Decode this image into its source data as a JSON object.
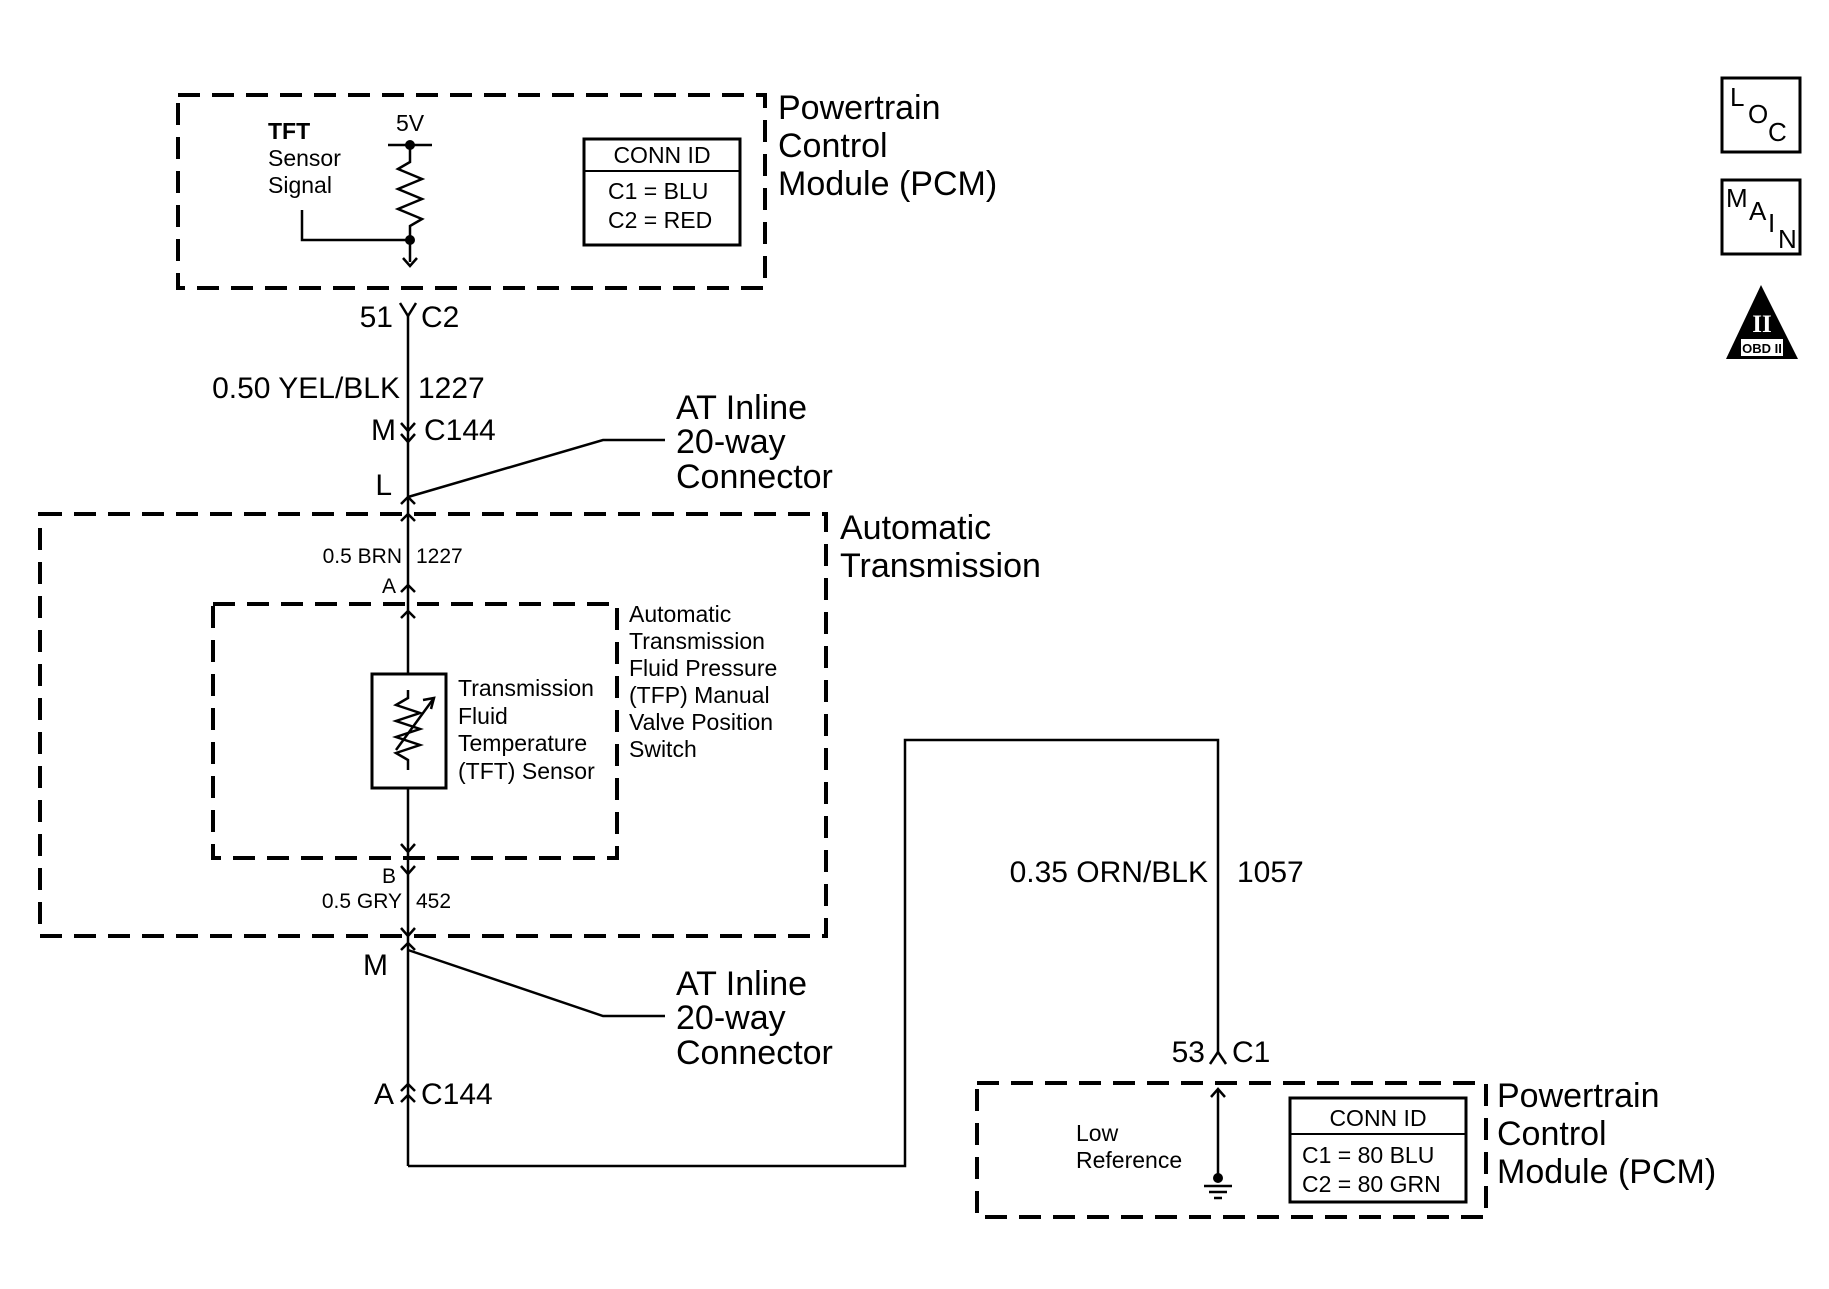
{
  "pcm_top": {
    "title_lines": [
      "Powertrain",
      "Control",
      "Module (PCM)"
    ],
    "tft_label": "TFT",
    "signal_lines": [
      "Sensor",
      "Signal"
    ],
    "voltage": "5V",
    "conn_id": {
      "header": "CONN ID",
      "lines": [
        "C1 = BLU",
        "C2 = RED"
      ]
    },
    "pin": "51",
    "connector": "C2"
  },
  "wire_top": {
    "gauge_color": "0.50 YEL/BLK",
    "circuit": "1227"
  },
  "c144_top": {
    "pin": "M",
    "connector": "C144"
  },
  "inline_top": {
    "pin": "L",
    "label_lines": [
      "AT Inline",
      "20-way",
      "Connector"
    ]
  },
  "transmission": {
    "title_lines": [
      "Automatic",
      "Transmission"
    ],
    "wire_a": {
      "gauge_color": "0.5 BRN",
      "circuit": "1227",
      "pin": "A"
    },
    "wire_b": {
      "gauge_color": "0.5 GRY",
      "circuit": "452",
      "pin": "B"
    }
  },
  "tfp_switch": {
    "label_lines": [
      "Automatic",
      "Transmission",
      "Fluid Pressure",
      "(TFP) Manual",
      "Valve Position",
      "Switch"
    ]
  },
  "tft_sensor": {
    "label_lines": [
      "Transmission",
      "Fluid",
      "Temperature",
      "(TFT) Sensor"
    ]
  },
  "inline_bottom": {
    "pin": "M",
    "label_lines": [
      "AT Inline",
      "20-way",
      "Connector"
    ]
  },
  "c144_bottom": {
    "pin": "A",
    "connector": "C144"
  },
  "wire_return": {
    "gauge_color": "0.35 ORN/BLK",
    "circuit": "1057"
  },
  "pcm_bottom": {
    "pin": "53",
    "connector": "C1",
    "title_lines": [
      "Powertrain",
      "Control",
      "Module (PCM)"
    ],
    "ref_lines": [
      "Low",
      "Reference"
    ],
    "conn_id": {
      "header": "CONN ID",
      "lines": [
        "C1 = 80 BLU",
        "C2 = 80 GRN"
      ]
    }
  },
  "icons": {
    "loc": [
      "L",
      "O",
      "C"
    ],
    "main": [
      "M",
      "A",
      "I",
      "N"
    ],
    "obd": {
      "numeral": "II",
      "caption": "OBD II"
    }
  }
}
